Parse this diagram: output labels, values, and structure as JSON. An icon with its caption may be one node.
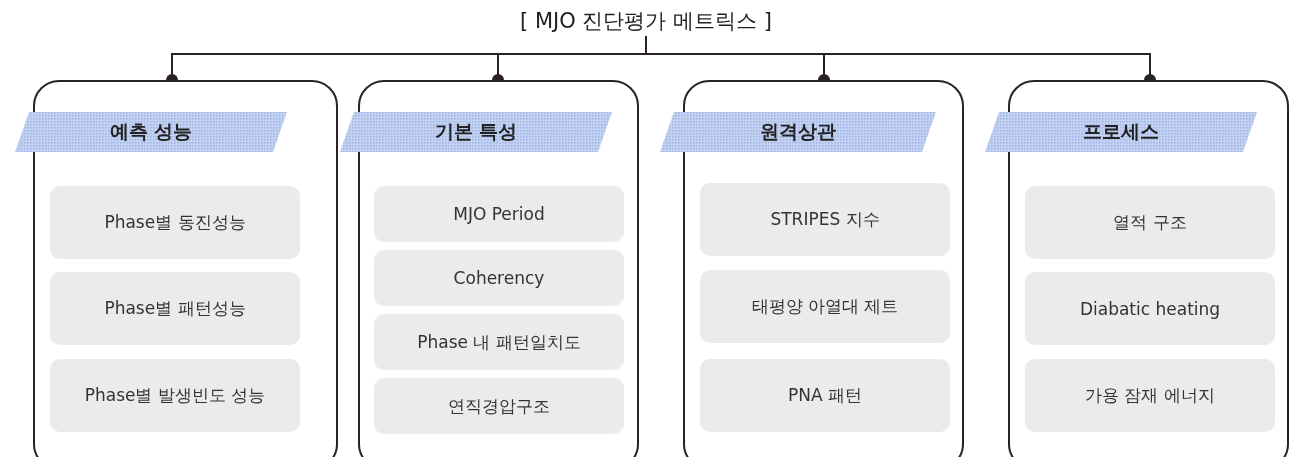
{
  "diagram": {
    "nodes": [
      {
        "text": [
          "[ MJO 진단평가 메트릭스 ]"
        ]
      },
      {
        "text": [],
        "shape": "box"
      },
      {
        "text": [
          "예측 성능"
        ]
      },
      {
        "text": [
          "Phase별 동진성능"
        ],
        "in": 1
      },
      {
        "text": [
          "Phase별 패턴성능"
        ],
        "in": 1
      },
      {
        "text": [
          "Phase별 발생빈도 성능"
        ],
        "in": 1
      },
      {
        "text": [],
        "shape": "box"
      },
      {
        "text": [
          "기본 특성"
        ]
      },
      {
        "text": [
          "MJO Period"
        ],
        "in": 6
      },
      {
        "text": [
          "Coherency"
        ],
        "in": 6
      },
      {
        "text": [
          "Phase 내 패턴일치도"
        ],
        "in": 6
      },
      {
        "text": [
          "연직경압구조"
        ],
        "in": 6
      },
      {
        "text": [],
        "shape": "box"
      },
      {
        "text": [
          "원격상관"
        ]
      },
      {
        "text": [
          "STRIPES 지수"
        ],
        "in": 12
      },
      {
        "text": [
          "태평양 아열대 제트"
        ],
        "in": 12
      },
      {
        "text": [
          "PNA 패턴"
        ],
        "in": 12
      },
      {
        "text": [],
        "shape": "box"
      },
      {
        "text": [
          "프로세스"
        ]
      },
      {
        "text": [
          "열적 구조"
        ],
        "in": 17
      },
      {
        "text": [
          "Diabatic heating"
        ],
        "in": 17
      },
      {
        "text": [
          "가용 잠재 에너지"
        ],
        "in": 17
      }
    ],
    "edges": [
      {
        "from": 0,
        "to": 1,
        "arrow": "other"
      },
      {
        "from": 0,
        "to": 6,
        "arrow": "other"
      },
      {
        "from": 0,
        "to": 12,
        "arrow": "other"
      },
      {
        "from": 0,
        "to": 17,
        "arrow": "other"
      }
    ]
  }
}
